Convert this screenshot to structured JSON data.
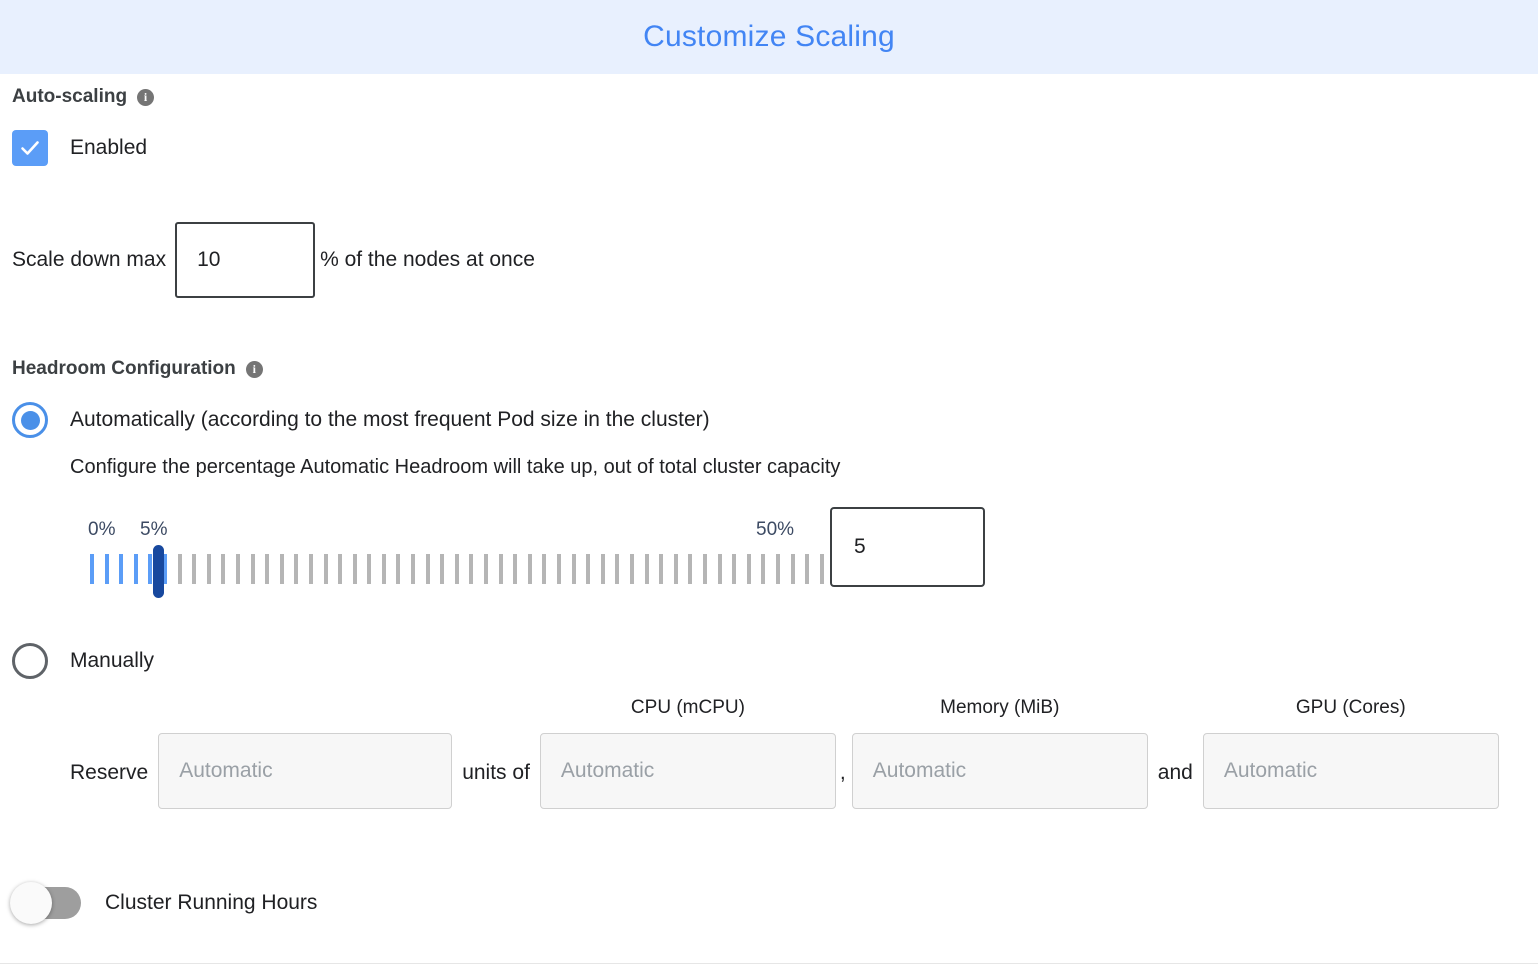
{
  "header": {
    "title": "Customize Scaling",
    "title_color": "#4285f4",
    "band_color": "#e8f0fe"
  },
  "auto_scaling": {
    "section_label": "Auto-scaling",
    "info_icon": "info-icon",
    "info_glyph": "i",
    "checkbox_label": "Enabled",
    "checkbox_checked": true,
    "checkbox_color": "#5b9df7"
  },
  "scale_down": {
    "label": "Scale down max",
    "value": "10",
    "suffix": "% of the nodes at once"
  },
  "headroom": {
    "section_label": "Headroom Configuration",
    "info_glyph": "i",
    "automatic": {
      "label": "Automatically (according to the most frequent Pod size in the cluster)",
      "selected": true,
      "help_text": "Configure the percentage Automatic Headroom will take up, out of total cluster capacity"
    },
    "slider": {
      "min_label": "0%",
      "current_label": "5%",
      "max_label": "50%",
      "min": 0,
      "max": 50,
      "value": 5,
      "value_box": "5",
      "tick_count": 51,
      "filled_ticks": 6,
      "filled_color": "#5b9df7",
      "empty_color": "#b5b5b5",
      "thumb_color": "#17489e"
    },
    "manual": {
      "label": "Manually",
      "selected": false,
      "lead_word": "Reserve",
      "units_word": "units of",
      "comma": ",",
      "and_word": "and",
      "fields": [
        {
          "caption": "",
          "placeholder": "Automatic",
          "name": "reserve-units-input"
        },
        {
          "caption": "CPU (mCPU)",
          "placeholder": "Automatic",
          "name": "cpu-input"
        },
        {
          "caption": "Memory (MiB)",
          "placeholder": "Automatic",
          "name": "memory-input"
        },
        {
          "caption": "GPU (Cores)",
          "placeholder": "Automatic",
          "name": "gpu-input"
        }
      ]
    }
  },
  "cluster_running_hours": {
    "label": "Cluster Running Hours",
    "enabled": false,
    "track_color": "#9e9e9e"
  }
}
